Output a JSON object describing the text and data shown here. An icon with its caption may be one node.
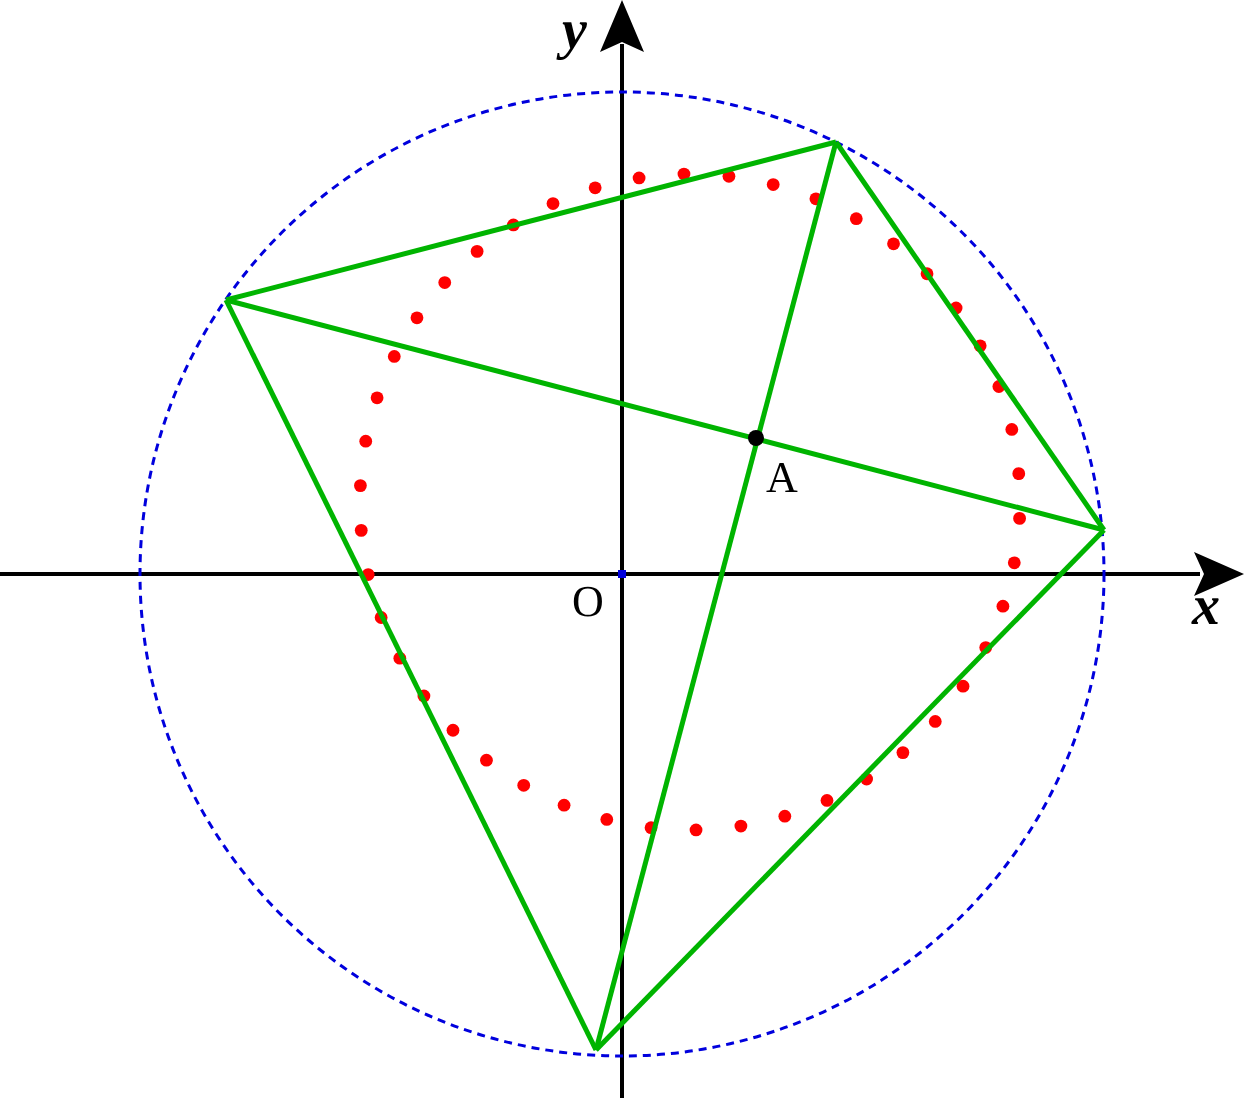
{
  "diagram": {
    "labels": [
      "y",
      "x",
      "O",
      "A"
    ]
  }
}
